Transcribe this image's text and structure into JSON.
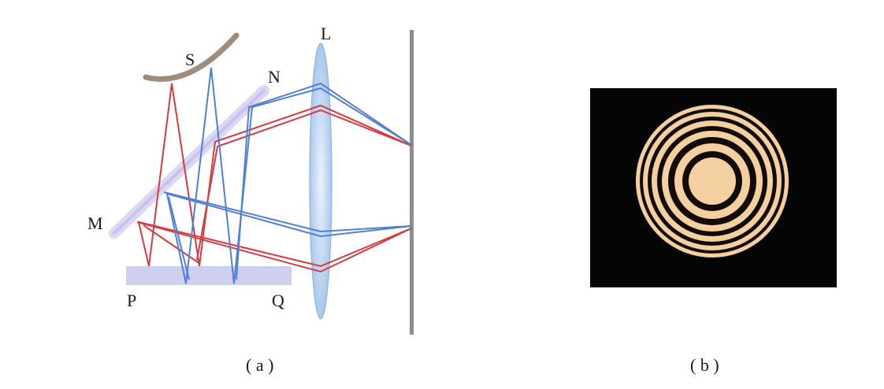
{
  "panel_a": {
    "labels": {
      "source": "S",
      "lens": "L",
      "mirror_n": "N",
      "mirror_m": "M",
      "plate_p": "P",
      "plate_q": "Q"
    },
    "caption": "( a )",
    "colors": {
      "ray_red": "#d9393f",
      "ray_blue": "#4f7fd6",
      "source_arc": "#a08c7a",
      "lens": "#b9d4f0",
      "glass": "#cfd0ee",
      "screen": "#888888"
    }
  },
  "panel_b": {
    "caption": "( b )",
    "colors": {
      "background": "#050505",
      "fringe_light": "#f4cfa0"
    }
  }
}
